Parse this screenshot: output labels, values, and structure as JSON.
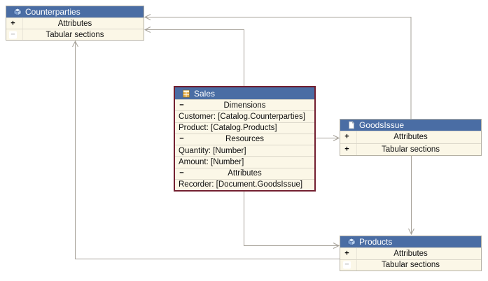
{
  "colors": {
    "header_bg": "#4a6da4",
    "row_bg": "#fbf7e7",
    "box_border": "#b5b1a4",
    "selected_border": "#731f30",
    "connector": "#a6a198"
  },
  "nodes": {
    "counterparties": {
      "title": "Counterparties",
      "icon": "catalog-icon",
      "rows": [
        {
          "expander": "+",
          "label": "Attributes"
        },
        {
          "expander": "−",
          "label": "Tabular sections"
        }
      ]
    },
    "sales": {
      "title": "Sales",
      "icon": "register-icon",
      "rows": [
        {
          "expander": "−",
          "label": "Dimensions"
        },
        {
          "label": "Customer: [Catalog.Counterparties]"
        },
        {
          "label": "Product: [Catalog.Products]"
        },
        {
          "expander": "−",
          "label": "Resources"
        },
        {
          "label": "Quantity: [Number]"
        },
        {
          "label": "Amount: [Number]"
        },
        {
          "expander": "−",
          "label": "Attributes"
        },
        {
          "label": "Recorder: [Document.GoodsIssue]"
        }
      ]
    },
    "goodsissue": {
      "title": "GoodsIssue",
      "icon": "document-icon",
      "rows": [
        {
          "expander": "+",
          "label": "Attributes"
        },
        {
          "expander": "+",
          "label": "Tabular sections"
        }
      ]
    },
    "products": {
      "title": "Products",
      "icon": "catalog-icon",
      "rows": [
        {
          "expander": "+",
          "label": "Attributes"
        },
        {
          "expander": "−",
          "label": "Tabular sections"
        }
      ]
    }
  },
  "connectors": [
    {
      "from": "goodsissue",
      "to": "counterparties"
    },
    {
      "from": "sales",
      "to": "counterparties"
    },
    {
      "from": "sales",
      "to": "goodsissue"
    },
    {
      "from": "goodsissue",
      "to": "products"
    },
    {
      "from": "sales",
      "to": "products"
    },
    {
      "from": "products",
      "to": "counterparties"
    }
  ]
}
